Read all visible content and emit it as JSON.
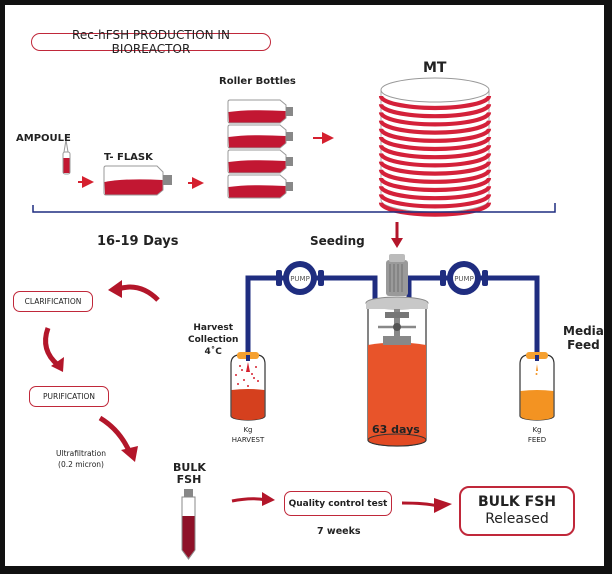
{
  "title": "Rec-hFSH PRODUCTION IN BIOREACTOR",
  "stages": {
    "ampoule": "AMPOULE",
    "t_flask": "T- FLASK",
    "roller_bottles": "Roller Bottles",
    "mt": "MT"
  },
  "durations": {
    "expansion": "16-19 Days",
    "bioreactor": "63 days",
    "qc": "7 weeks"
  },
  "bioreactor": {
    "seeding": "Seeding",
    "pump_left": "PUMP",
    "pump_right": "PUMP",
    "harvest_title_1": "Harvest",
    "harvest_title_2": "Collection",
    "harvest_temp": "4˚C",
    "harvest_unit": "Kg",
    "harvest_label": "HARVEST",
    "feed_title_1": "Media",
    "feed_title_2": "Feed",
    "feed_unit": "Kg",
    "feed_label": "FEED"
  },
  "downstream": {
    "clarification": "CLARIFICATION",
    "purification": "PURIFICATION",
    "ultrafiltration_1": "Ultrafiltration",
    "ultrafiltration_2": "(0.2 micron)",
    "bulk_1": "BULK",
    "bulk_2": "FSH",
    "qc_test": "Quality control test",
    "release_1": "BULK FSH",
    "release_2": "Released"
  },
  "colors": {
    "accent_red": "#c0283a",
    "arrow_red": "#b3162a",
    "media_red": "#c21732",
    "pipe_blue": "#1f2d80",
    "bioreactor_orange": "#e8542a",
    "feed_orange": "#f39322",
    "cap_orange": "#f5a030"
  }
}
